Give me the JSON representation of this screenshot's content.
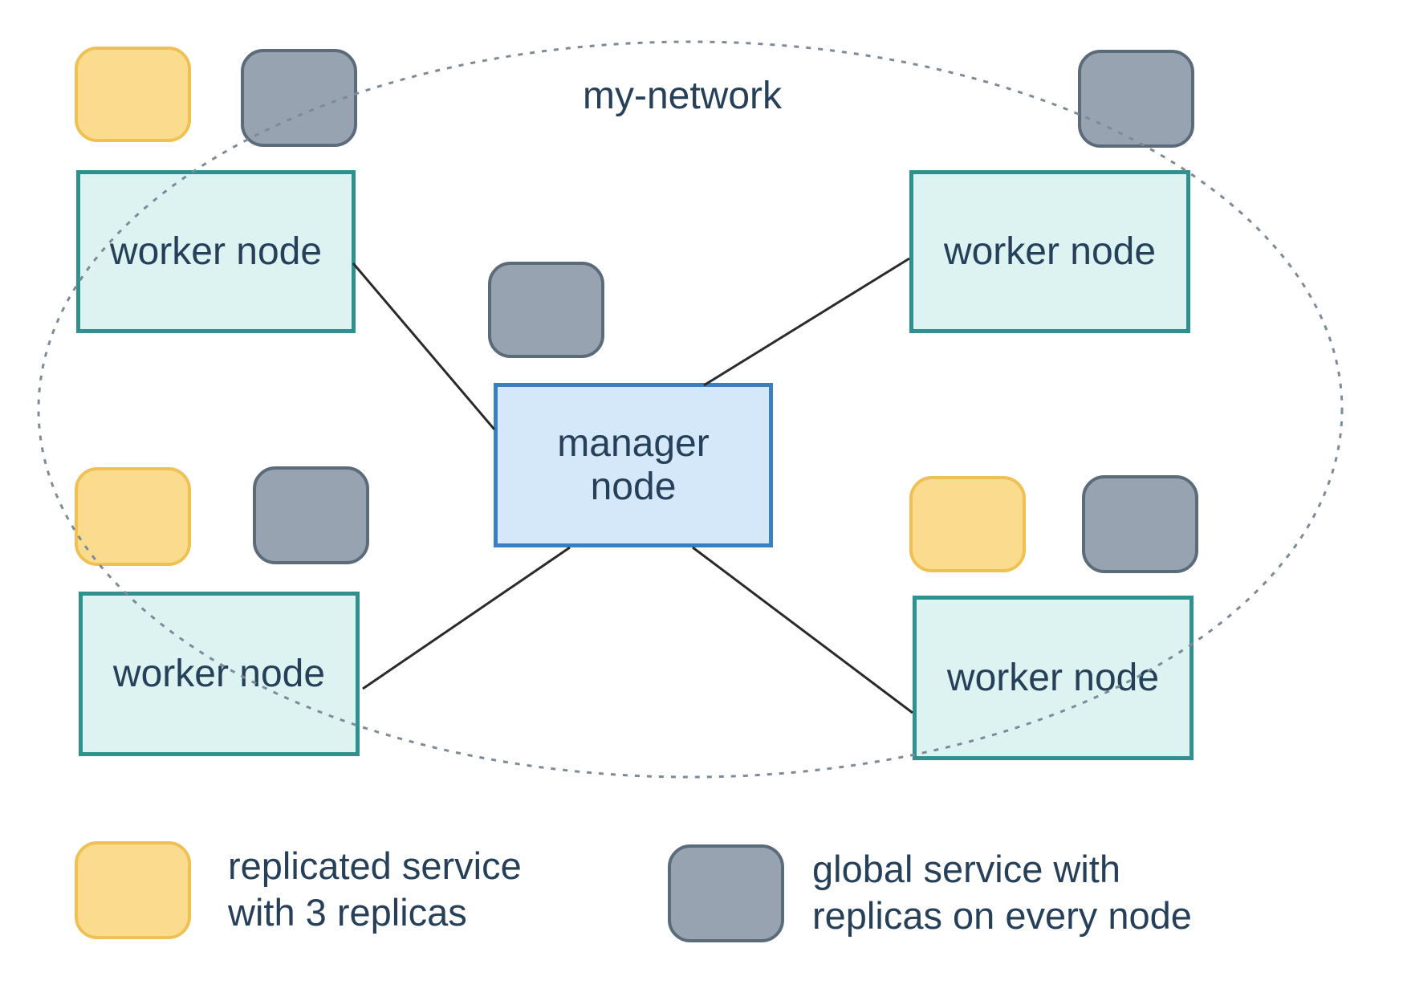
{
  "network": {
    "label": "my-network"
  },
  "nodes": {
    "manager": {
      "label": "manager node"
    },
    "workers": [
      {
        "position": "top-left",
        "label": "worker node"
      },
      {
        "position": "top-right",
        "label": "worker node"
      },
      {
        "position": "bottom-left",
        "label": "worker node"
      },
      {
        "position": "bottom-right",
        "label": "worker node"
      }
    ]
  },
  "services": {
    "replicated": {
      "legend_line1": "replicated service",
      "legend_line2": "with 3 replicas",
      "instances_in_diagram": 3
    },
    "global": {
      "legend_line1": "global service with",
      "legend_line2": "replicas on every node",
      "instances_in_diagram": 5
    }
  },
  "colors": {
    "background": "#ffffff",
    "worker_fill": "#dcf3f2",
    "worker_border": "#2f9090",
    "manager_fill": "#d4e8f9",
    "manager_border": "#3c7fc1",
    "replicated_fill": "#fbdc8f",
    "replicated_border": "#efc155",
    "global_fill": "#97a3b0",
    "global_border": "#5c6b7a",
    "label_text": "#274059",
    "network_outline": "#7c8a99",
    "connection_line": "#2a2a2a"
  }
}
